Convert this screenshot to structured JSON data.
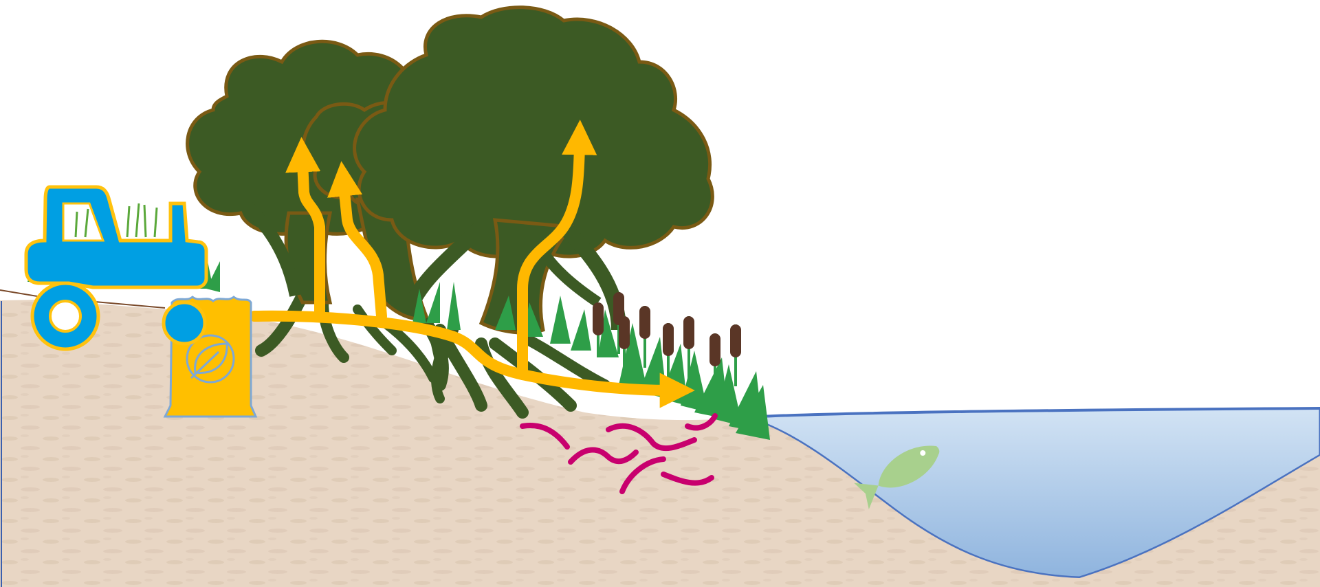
{
  "diagram": {
    "title": "",
    "colors": {
      "background": "#ffffff",
      "soil": "#e8d6c4",
      "soil_speckle": "#d7c2ad",
      "soil_edge": "#3a5fae",
      "water_top": "#d2e3f4",
      "water_bottom": "#8fb4de",
      "water_edge": "#4a72c0",
      "tree_fill": "#3c5a24",
      "tree_outline": "#7a5a14",
      "nutrient_arrow": "#ffb800",
      "tractor": "#009fe3",
      "tractor_outline": "#ffc20e",
      "bag": "#ffbf00",
      "bag_outline": "#7da8d6",
      "worm": "#c8006e",
      "fish": "#a8d08d",
      "grass": "#2e9e48",
      "cattail_head": "#5a3626"
    },
    "elements": [
      {
        "name": "farm-tractor",
        "icon": "tractor-icon"
      },
      {
        "name": "fertilizer-bag",
        "icon": "leaf-icon"
      },
      {
        "name": "riparian-trees",
        "icon": "tree-icon"
      },
      {
        "name": "wetland-grasses",
        "icon": "grass-icon"
      },
      {
        "name": "cattails",
        "icon": "cattail-icon"
      },
      {
        "name": "soil-organisms",
        "icon": "worm-icon"
      },
      {
        "name": "stream",
        "icon": "water-icon"
      },
      {
        "name": "fish",
        "icon": "fish-icon"
      }
    ],
    "flows": [
      {
        "name": "nutrient-flow-to-stream",
        "from": "fertilizer-bag",
        "to": "wetland-grasses"
      },
      {
        "name": "nutrient-uptake-tree-1",
        "from": "fertilizer-bag",
        "to": "riparian-trees"
      },
      {
        "name": "nutrient-uptake-tree-2",
        "from": "fertilizer-bag",
        "to": "riparian-trees"
      },
      {
        "name": "nutrient-uptake-tree-3",
        "from": "fertilizer-bag",
        "to": "riparian-trees"
      }
    ]
  }
}
